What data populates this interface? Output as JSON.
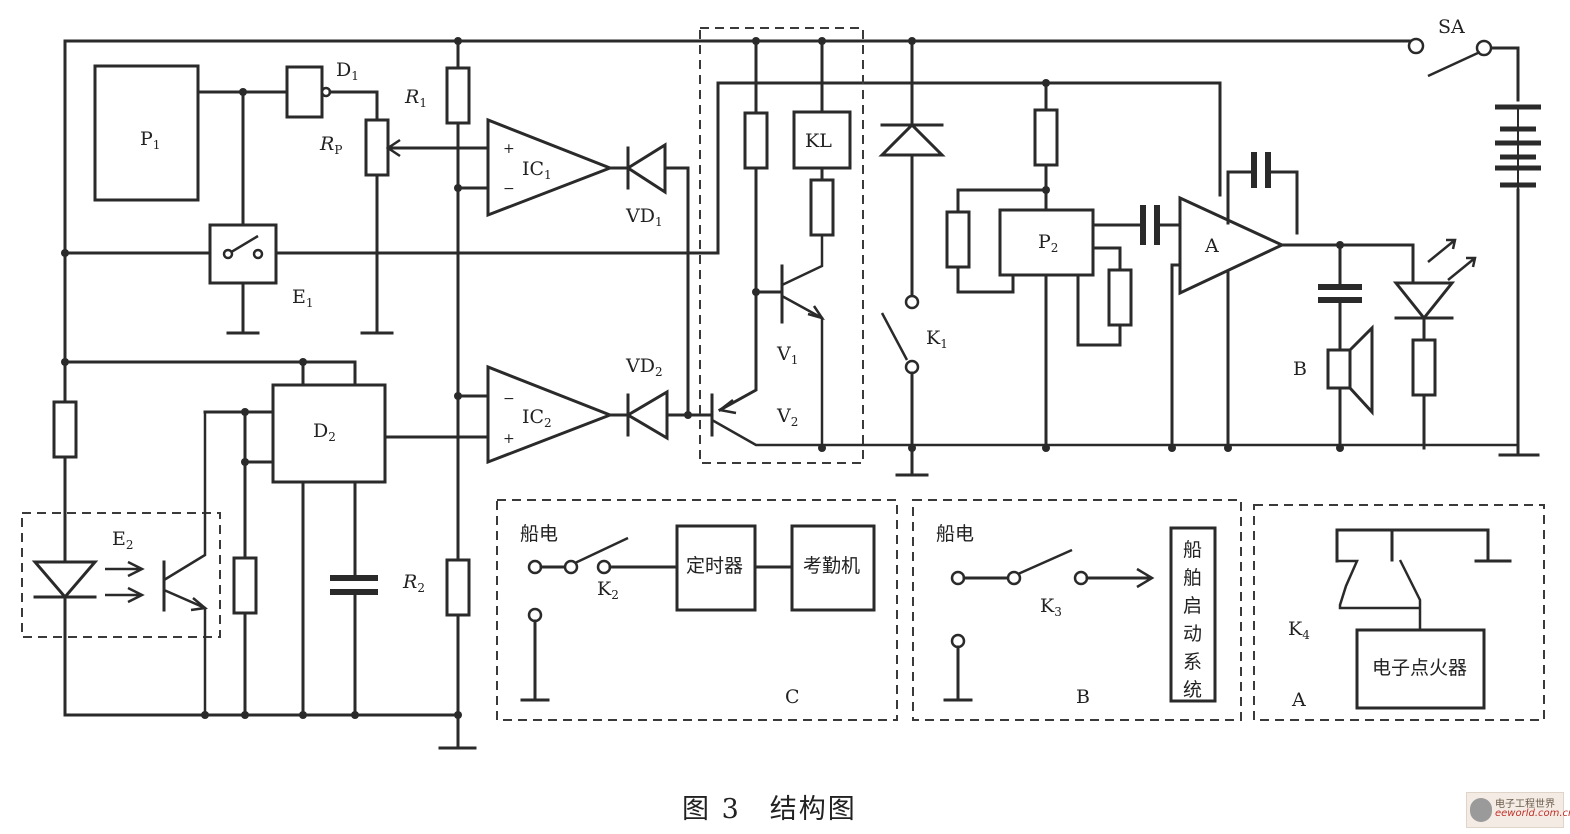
{
  "figure": {
    "caption": "图 3　结构图",
    "watermark_line1": "电子工程世界",
    "watermark_line2": "eeworld.com.cn"
  },
  "components": {
    "P1": {
      "name": "P",
      "sub": "1"
    },
    "D1": {
      "name": "D",
      "sub": "1"
    },
    "RP": {
      "name": "R",
      "sub": "P"
    },
    "R1": {
      "name": "R",
      "sub": "1"
    },
    "R2": {
      "name": "R",
      "sub": "2"
    },
    "IC1": {
      "name": "IC",
      "sub": "1",
      "plus": "+",
      "minus": "−"
    },
    "IC2": {
      "name": "IC",
      "sub": "2",
      "plus": "+",
      "minus": "−"
    },
    "VD1": {
      "name": "VD",
      "sub": "1"
    },
    "VD2": {
      "name": "VD",
      "sub": "2"
    },
    "E1": {
      "name": "E",
      "sub": "1"
    },
    "E2": {
      "name": "E",
      "sub": "2"
    },
    "D2": {
      "name": "D",
      "sub": "2"
    },
    "KL": {
      "name": "KL"
    },
    "V1": {
      "name": "V",
      "sub": "1"
    },
    "V2": {
      "name": "V",
      "sub": "2"
    },
    "K1": {
      "name": "K",
      "sub": "1"
    },
    "P2": {
      "name": "P",
      "sub": "2"
    },
    "A": {
      "name": "A"
    },
    "B": {
      "name": "B"
    },
    "SA": {
      "name": "SA"
    }
  },
  "panels": {
    "C": {
      "label": "C",
      "power_label": "船电",
      "switch": {
        "name": "K",
        "sub": "2"
      },
      "blocks": [
        "定时器",
        "考勤机"
      ]
    },
    "B": {
      "label": "B",
      "power_label": "船电",
      "switch": {
        "name": "K",
        "sub": "3"
      },
      "target_chars": [
        "船",
        "舶",
        "启",
        "动",
        "系",
        "统"
      ]
    },
    "A": {
      "label": "A",
      "switch": {
        "name": "K",
        "sub": "4"
      },
      "block": "电子点火器"
    }
  }
}
